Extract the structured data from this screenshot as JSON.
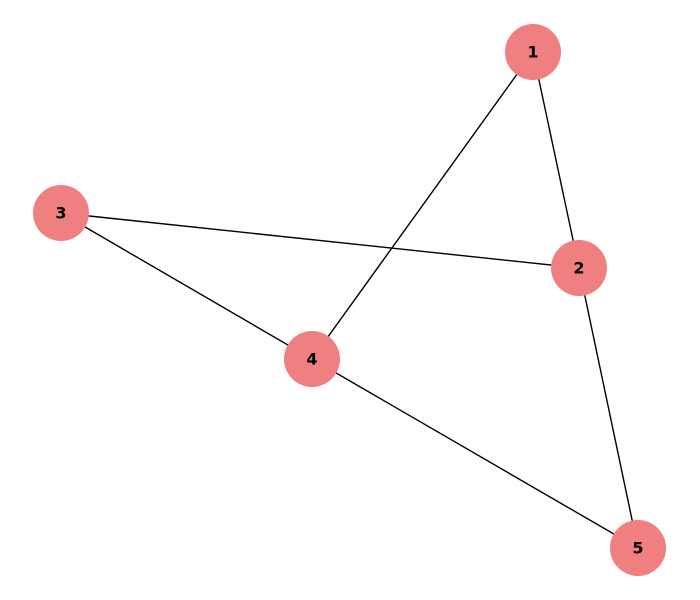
{
  "graph": {
    "node_color": "#f08080",
    "edge_color": "#000000",
    "label_color": "#000000",
    "nodes": [
      {
        "id": "1",
        "label": "1"
      },
      {
        "id": "2",
        "label": "2"
      },
      {
        "id": "3",
        "label": "3"
      },
      {
        "id": "4",
        "label": "4"
      },
      {
        "id": "5",
        "label": "5"
      }
    ],
    "edges": [
      {
        "source": "1",
        "target": "2"
      },
      {
        "source": "1",
        "target": "4"
      },
      {
        "source": "3",
        "target": "2"
      },
      {
        "source": "3",
        "target": "4"
      },
      {
        "source": "2",
        "target": "5"
      },
      {
        "source": "4",
        "target": "5"
      }
    ]
  }
}
